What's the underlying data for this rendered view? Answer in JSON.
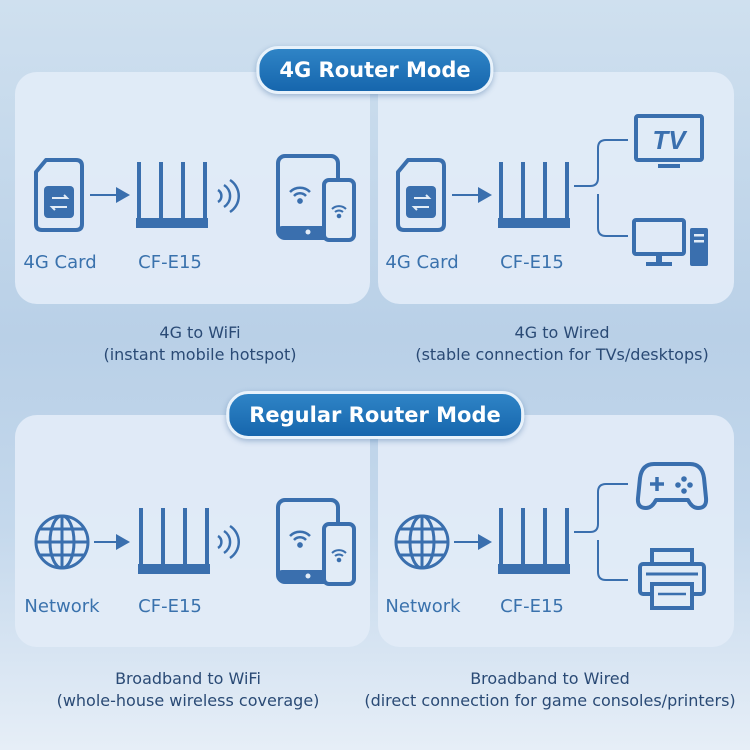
{
  "colors": {
    "accent": "#1d6fb3",
    "icon": "#3a6fae",
    "panel": "#e2ecf7",
    "caption": "#2a4a75"
  },
  "sections": [
    {
      "title": "4G Router Mode",
      "panels": [
        {
          "source_label": "4G Card",
          "device_label": "CF-E15",
          "caption_main": "4G to WiFi",
          "caption_sub": "(instant mobile hotspot)"
        },
        {
          "source_label": "4G Card",
          "device_label": "CF-E15",
          "tv_text": "TV",
          "caption_main": "4G to Wired",
          "caption_sub": "(stable connection for TVs/desktops)"
        }
      ]
    },
    {
      "title": "Regular Router Mode",
      "panels": [
        {
          "source_label": "Network",
          "device_label": "CF-E15",
          "caption_main": "Broadband to WiFi",
          "caption_sub": "(whole-house wireless coverage)"
        },
        {
          "source_label": "Network",
          "device_label": "CF-E15",
          "caption_main": "Broadband to Wired",
          "caption_sub": "(direct connection for game consoles/printers)"
        }
      ]
    }
  ]
}
